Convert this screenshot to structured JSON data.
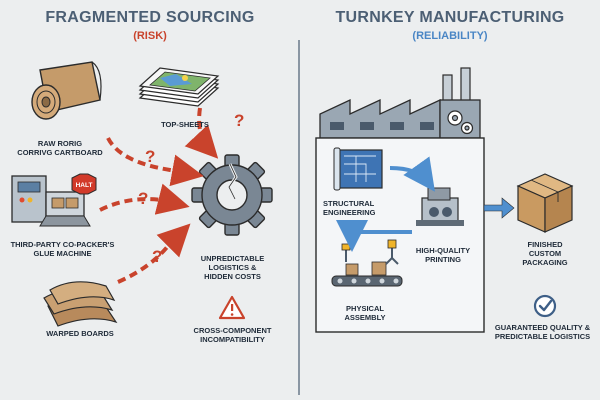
{
  "left": {
    "title": "FRAGMENTED SOURCING",
    "subtitle": "(RISK)",
    "items": {
      "raw_board": "RAW RORIG\nCORRIVG CARTBOARD",
      "top_sheets": "TOP-SHEETS",
      "glue_machine": "THIRD-PARTY CO-PACKER'S\nGLUE MACHINE",
      "warped_boards": "WARPED BOARDS",
      "logistics": "UNPREDICTABLE\nLOGISTICS &\nHIDDEN COSTS",
      "incompat": "CROSS-COMPONENT\nINCOMPATIBILITY"
    },
    "halt_sign": "HALT",
    "question_mark": "?"
  },
  "right": {
    "title": "TURNKEY MANUFACTURING",
    "subtitle": "(RELIABILITY)",
    "steps": {
      "structural": "STRUCTURAL\nENGINEERING",
      "printing": "HIGH-QUALITY\nPRINTING",
      "assembly": "PHYSICAL\nASSEMBLY"
    },
    "finished": "FINISHED\nCUSTOM\nPACKAGING",
    "guarantee": "GUARANTEED QUALITY &\nPREDICTABLE LOGISTICS"
  },
  "colors": {
    "risk": "#c9432c",
    "reliability": "#4a86c5",
    "title": "#4c5f74",
    "arrow_red": "#c9432c",
    "arrow_blue": "#4f8fcf"
  }
}
